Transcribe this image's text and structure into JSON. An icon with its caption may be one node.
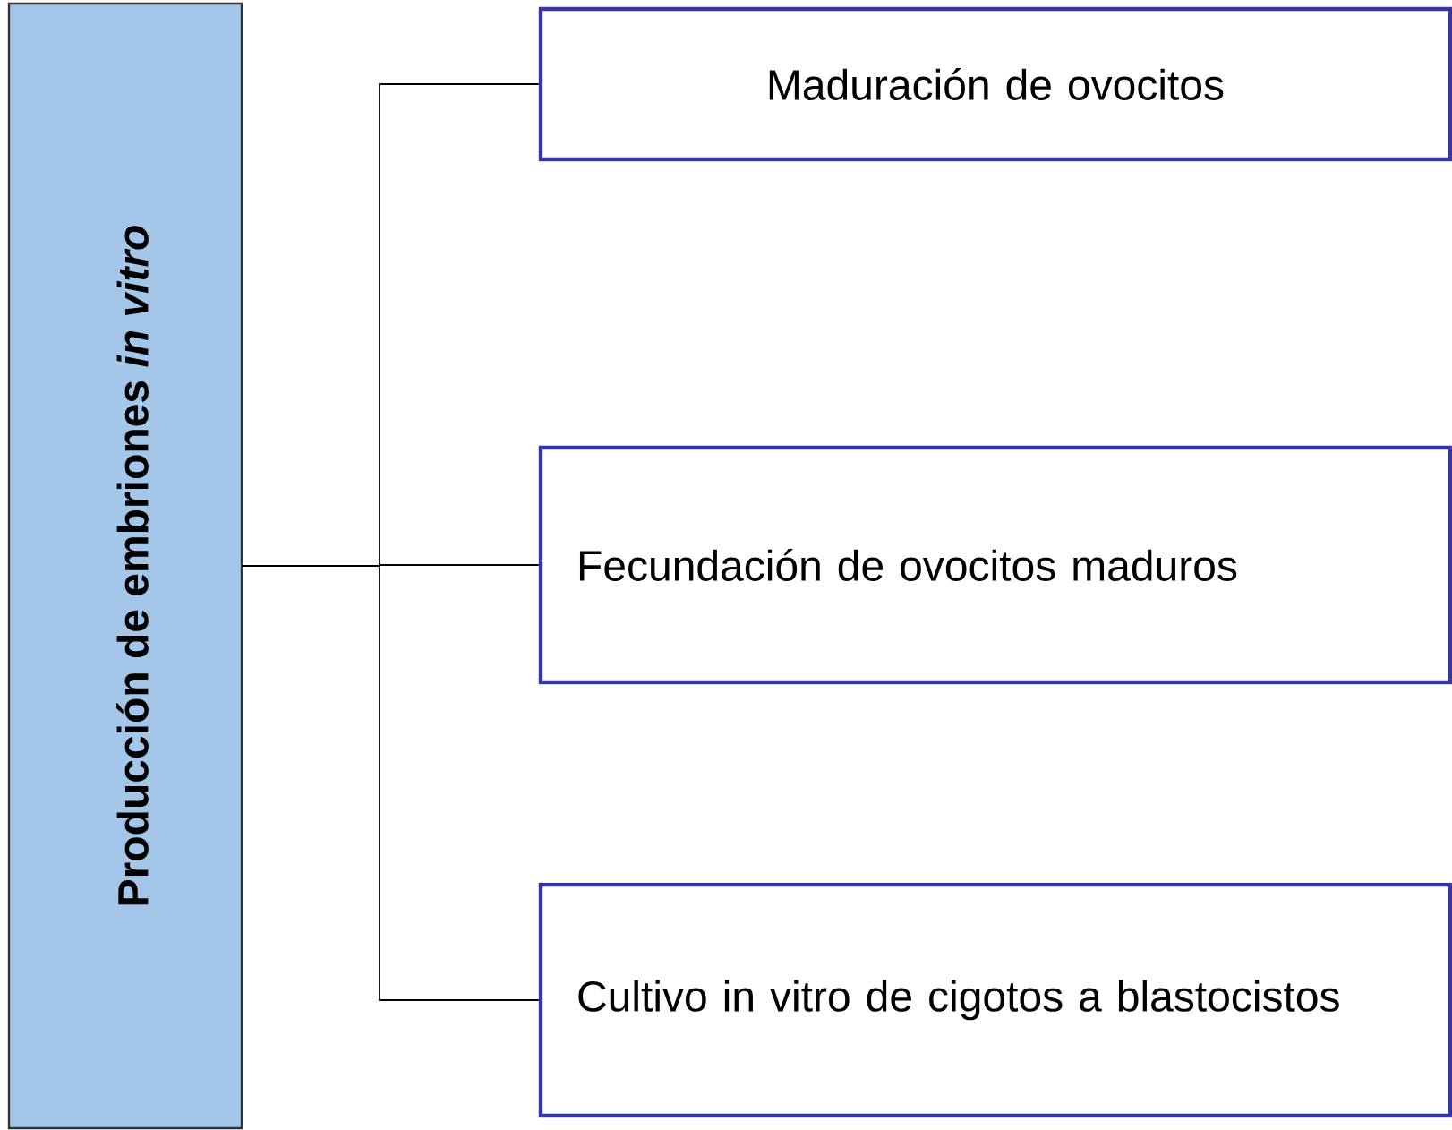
{
  "diagram": {
    "nodes": [
      {
        "text": [
          "Producción de embriones *in vitro*"
        ]
      },
      {
        "text": [
          "Maduración de ovocitos"
        ]
      },
      {
        "text": [
          "Fecundación de ovocitos maduros"
        ]
      },
      {
        "text": [
          "Cultivo in vitro de cigotos a blastocistos"
        ]
      }
    ],
    "edges": [
      {
        "from": 0,
        "to": 1,
        "arrow": "none"
      },
      {
        "from": 0,
        "to": 2,
        "arrow": "none"
      },
      {
        "from": 0,
        "to": 3,
        "arrow": "none"
      }
    ]
  }
}
